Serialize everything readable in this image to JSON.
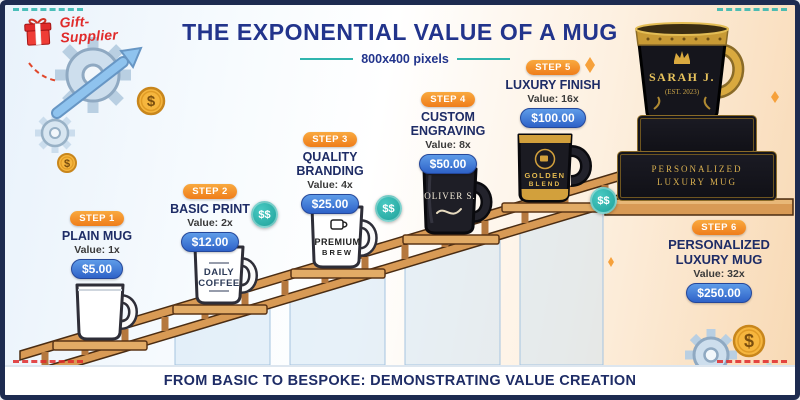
{
  "brand": {
    "name_line1": "Gift-",
    "name_line2": "Supplier"
  },
  "header": {
    "title": "THE EXPONENTIAL VALUE OF A MUG",
    "subtitle": "800x400 pixels"
  },
  "steps": [
    {
      "badge": "STEP 1",
      "name": "PLAIN MUG",
      "value": "Value: 1x",
      "price": "$5.00"
    },
    {
      "badge": "STEP 2",
      "name": "BASIC PRINT",
      "value": "Value: 2x",
      "price": "$12.00"
    },
    {
      "badge": "STEP 3",
      "name": "QUALITY BRANDING",
      "value": "Value: 4x",
      "price": "$25.00"
    },
    {
      "badge": "STEP 4",
      "name": "CUSTOM ENGRAVING",
      "value": "Value: 8x",
      "price": "$50.00"
    },
    {
      "badge": "STEP 5",
      "name": "LUXURY FINISH",
      "value": "Value: 16x",
      "price": "$100.00"
    },
    {
      "badge": "STEP 6",
      "name": "PERSONALIZED LUXURY MUG",
      "value": "Value: 32x",
      "price": "$250.00"
    }
  ],
  "mugs": {
    "basic_print": {
      "line1": "DAILY",
      "line2": "COFFEE"
    },
    "quality_branding": {
      "line1": "PREMIUM",
      "line2": "BREW"
    },
    "custom_engraving": {
      "name": "OLIVER S."
    },
    "luxury_finish": {
      "line1": "GOLDEN",
      "line2": "BLEND"
    },
    "personalized": {
      "name": "SARAH J.",
      "est": "(EST. 2023)"
    },
    "gift_box": {
      "line1": "PERSONALIZED",
      "line2": "LUXURY MUG"
    }
  },
  "symbols": {
    "dollar": "$",
    "double_dollar": "$$"
  },
  "footer": {
    "tagline": "FROM BASIC TO BESPOKE: DEMONSTRATING VALUE CREATION"
  },
  "colors": {
    "navy": "#1e2c66",
    "title_blue": "#22348c",
    "badge_orange": "#f7941d",
    "price_blue": "#2e62c8",
    "teal": "#2fb5ae",
    "gold": "#d9a93f",
    "wood": "#d89a55",
    "brand_red": "#e02b2b"
  }
}
